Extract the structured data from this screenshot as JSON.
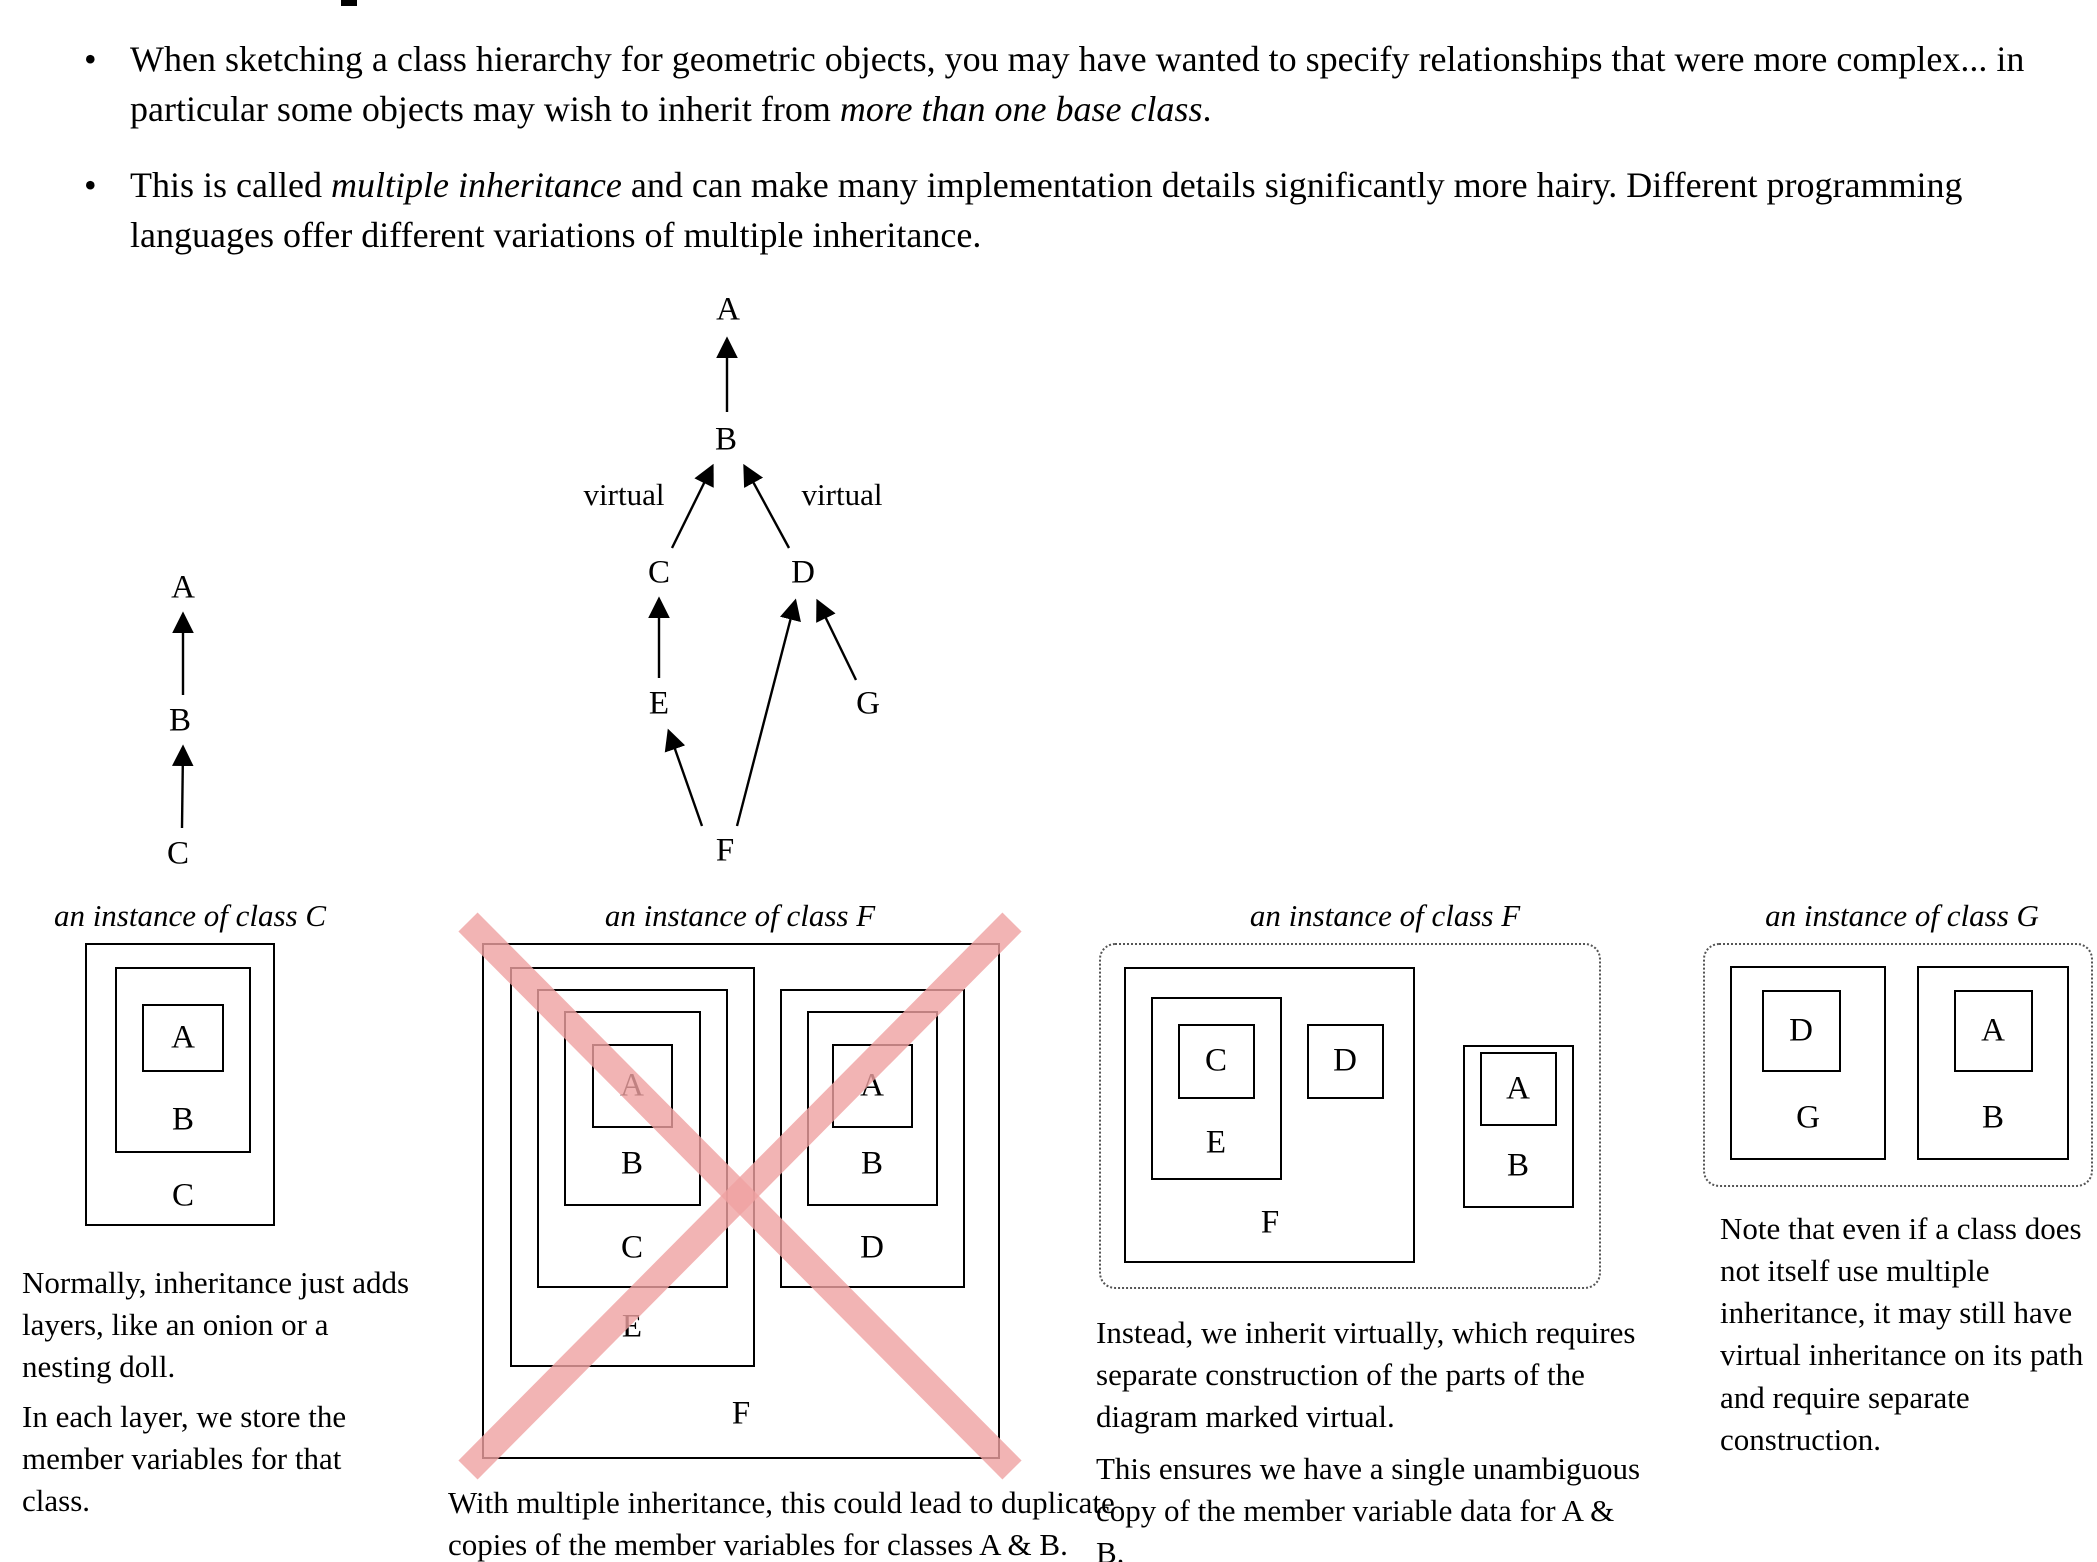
{
  "bullets": {
    "b1_part1": "When sketching a class hierarchy for geometric objects, you may have wanted to specify relationships that were more complex... in particular some objects may wish to inherit from ",
    "b1_italic": "more than one base class",
    "b1_part2": ".",
    "b2_part1": "This is called ",
    "b2_italic": "multiple inheritance",
    "b2_part2": " and can make many implementation details significantly more hairy.  Different programming languages offer different variations of multiple inheritance."
  },
  "letters": {
    "A": "A",
    "B": "B",
    "C": "C",
    "D": "D",
    "E": "E",
    "F": "F",
    "G": "G"
  },
  "diagram": {
    "virtual_label": "virtual"
  },
  "instances": {
    "c": {
      "title": "an instance of class C",
      "caption1": "Normally, inheritance just adds layers, like an onion or a nesting doll.",
      "caption2": "In each layer, we store the member variables for that class."
    },
    "f_crossed": {
      "title": "an instance of class F",
      "caption": "With multiple inheritance, this could lead to duplicate copies of the member variables for classes A & B."
    },
    "f_virtual": {
      "title": "an instance of class F",
      "caption1": "Instead, we inherit virtually, which requires separate construction of the parts of the diagram marked virtual.",
      "caption2": "This ensures we have a single unambiguous copy of the member variable data for A & B."
    },
    "g": {
      "title": "an instance of class G",
      "caption": "Note that even if a class does not itself use multiple inheritance, it may still have virtual inheritance on its path and require separate construction."
    }
  },
  "colors": {
    "cross": "#f0a2a2",
    "line": "#000000"
  }
}
